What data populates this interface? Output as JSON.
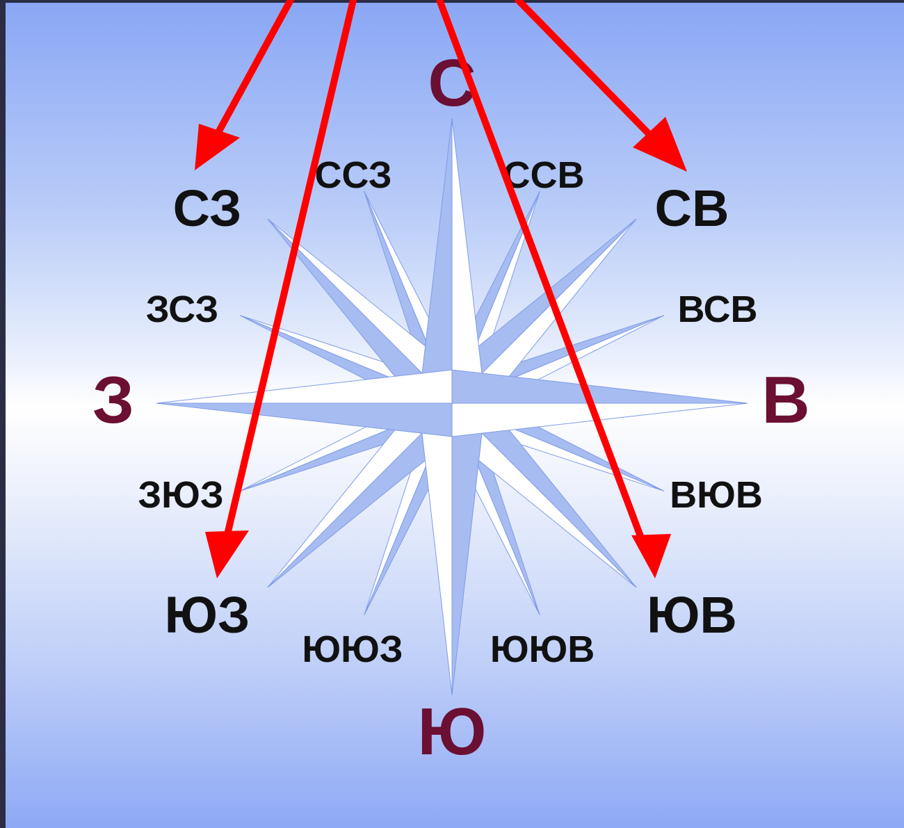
{
  "colors": {
    "background_frame": "#2b2d45",
    "cardinal_label": "#6b0f33",
    "intercardinal_label": "#111111",
    "arrow": "#ff0000",
    "star_light": "#ffffff",
    "star_mid": "#a7bcf1",
    "star_dark": "#7f9be8"
  },
  "compass": {
    "cardinal": {
      "north": "С",
      "south": "Ю",
      "west": "З",
      "east": "В"
    },
    "intercardinal": {
      "nw": "СЗ",
      "ne": "СВ",
      "sw": "ЮЗ",
      "se": "ЮВ"
    },
    "secondary": {
      "nnw": "ССЗ",
      "nne": "ССВ",
      "wnw": "ЗСЗ",
      "ene": "ВСВ",
      "wsw": "ЗЮЗ",
      "ese": "ВЮВ",
      "ssw": "ЮЮЗ",
      "sse": "ЮЮВ"
    }
  },
  "arrows": [
    {
      "points_to": "СЗ"
    },
    {
      "points_to": "ЮЗ"
    },
    {
      "points_to": "ЮВ"
    },
    {
      "points_to": "СВ"
    }
  ]
}
